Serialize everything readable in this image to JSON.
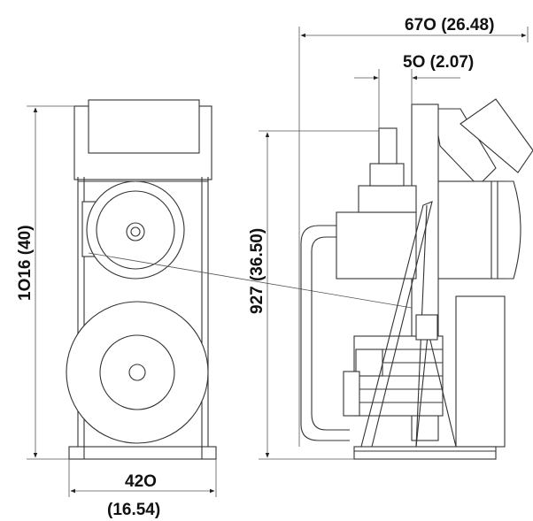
{
  "dimensions": {
    "overall_width": "67O (26.48)",
    "offset": "5O (2.07)",
    "front_height": "1O16 (40)",
    "side_height": "927 (36.50)",
    "base_width_mm": "42O",
    "base_width_in": "(16.54)"
  },
  "colors": {
    "line": "#333333",
    "text": "#111111",
    "background": "#ffffff"
  }
}
